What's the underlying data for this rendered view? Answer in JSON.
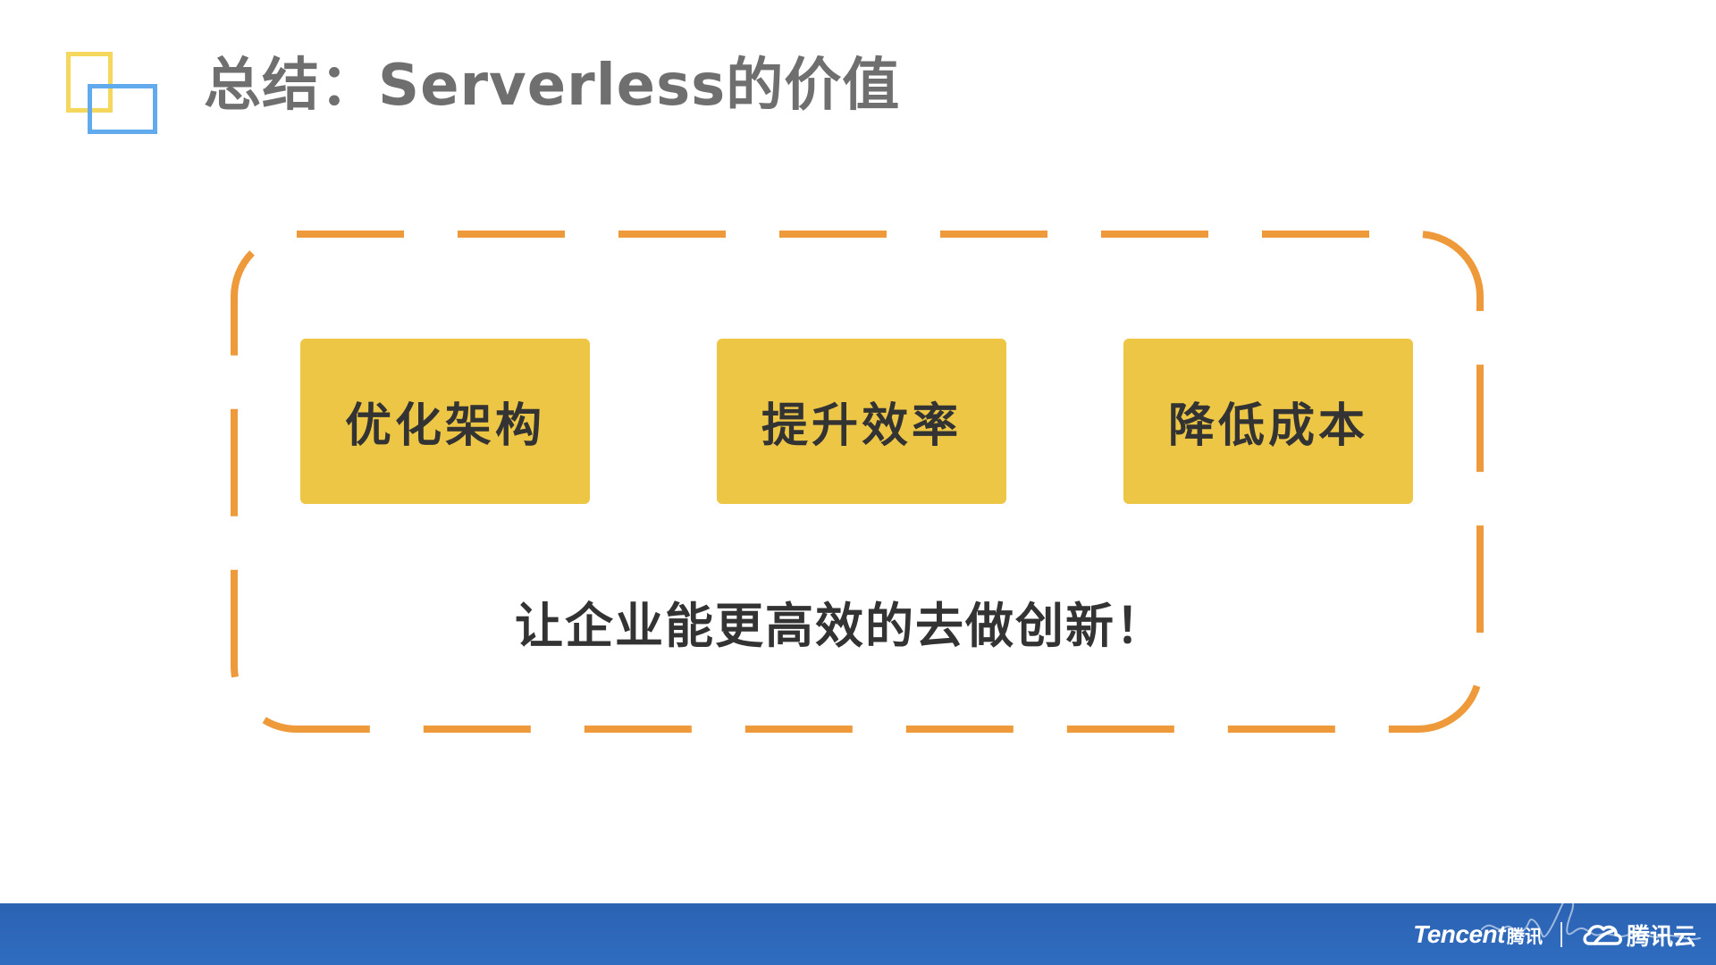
{
  "slide": {
    "title": "总结：Serverless的价值",
    "values": [
      {
        "label": "优化架构"
      },
      {
        "label": "提升效率"
      },
      {
        "label": "降低成本"
      }
    ],
    "slogan": "让企业能更高效的去做创新！"
  },
  "footer": {
    "brand_en": "Tencent",
    "brand_cn": "腾讯",
    "product": "腾讯云"
  },
  "colors": {
    "accent_yellow": "#eec646",
    "frame_orange": "#ee9a3a",
    "footer_blue": "#2f6cc0",
    "title_gray": "#6f6f6f",
    "logo_yellow": "#f4d75c",
    "logo_blue": "#62aaee"
  },
  "icons": [
    "title-logo-icon",
    "tencent-cloud-icon",
    "signature-mark"
  ]
}
